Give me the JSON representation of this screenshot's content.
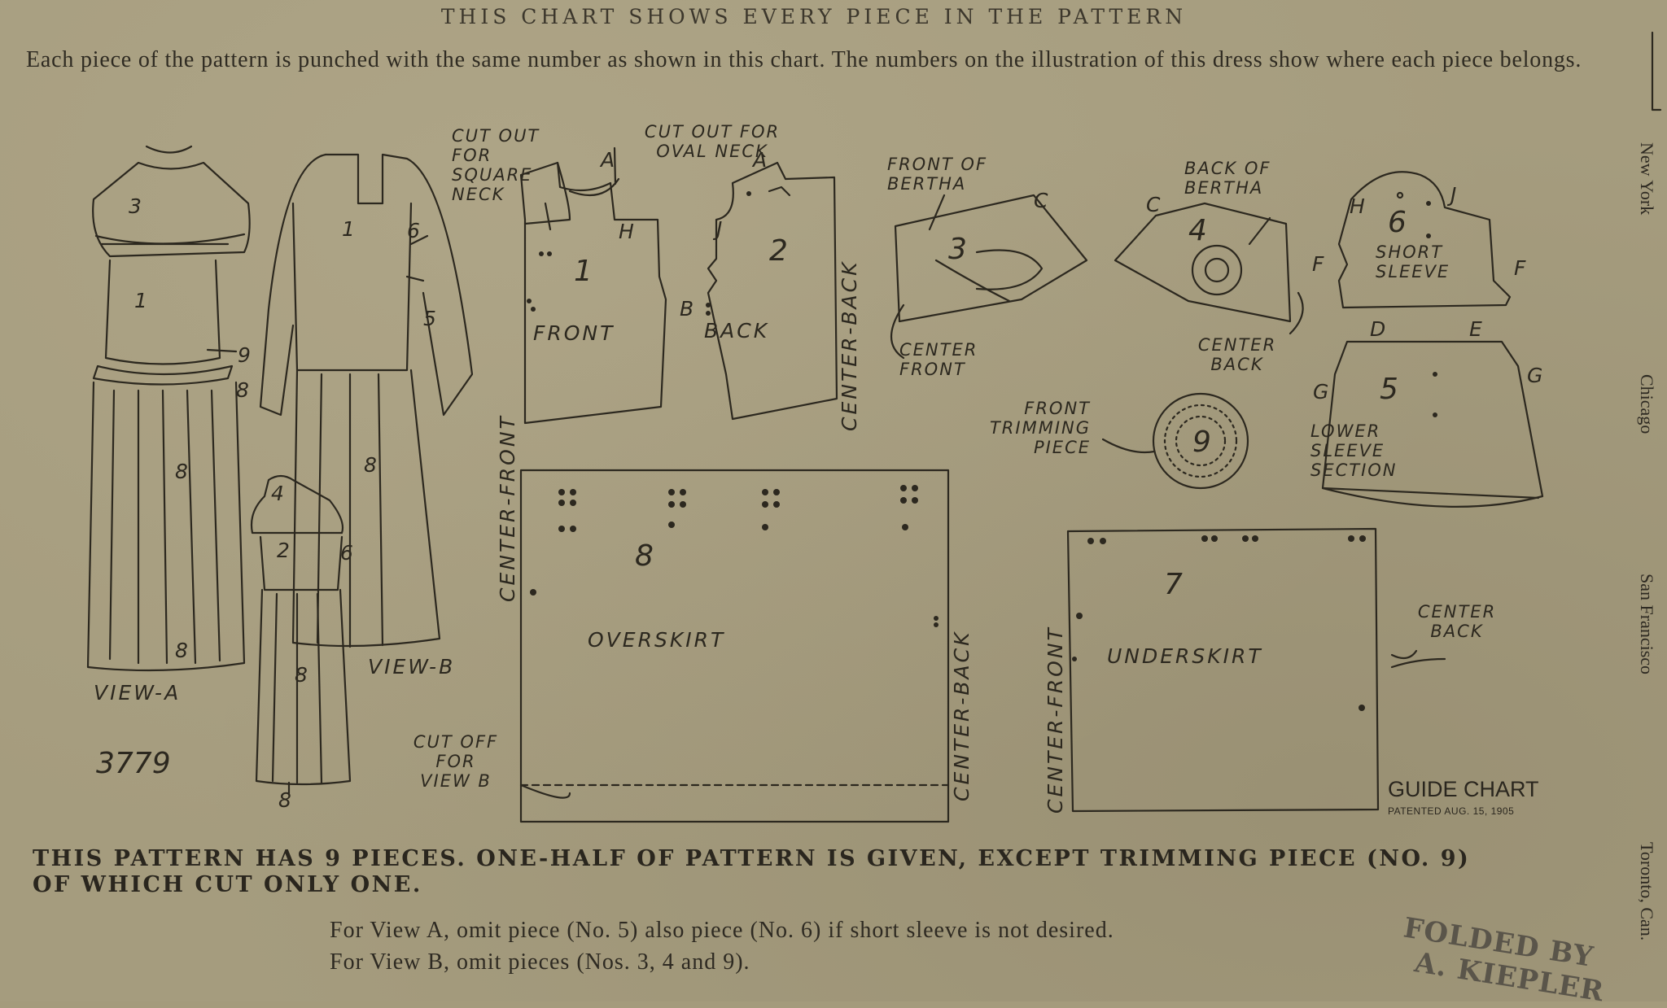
{
  "heading": "THIS CHART SHOWS EVERY PIECE IN THE PATTERN",
  "intro": "Each piece of the pattern is punched with the same number as shown in this chart. The numbers on the illustration of this dress show where each piece belongs.",
  "cities": [
    "New York",
    "Chicago",
    "San Francisco",
    "Toronto, Can."
  ],
  "figures": {
    "view_a": "VIEW-A",
    "view_b": "VIEW-B",
    "pattern_number": "3779",
    "numbers_a": [
      "3",
      "1",
      "9",
      "8",
      "8",
      "8"
    ],
    "numbers_b": [
      "1",
      "6",
      "5",
      "8"
    ],
    "numbers_child": [
      "4",
      "2",
      "6",
      "8",
      "8"
    ]
  },
  "pieces": {
    "p1": {
      "number": "1",
      "name": "FRONT",
      "cut_square": "CUT OUT FOR SQUARE NECK",
      "cut_oval": "CUT OUT FOR OVAL NECK",
      "center": "CENTER-FRONT",
      "marks": [
        "A",
        "H",
        "B"
      ]
    },
    "p2": {
      "number": "2",
      "name": "BACK",
      "center": "CENTER-BACK",
      "marks": [
        "A",
        "J"
      ]
    },
    "p3": {
      "number": "3",
      "name": "FRONT OF BERTHA",
      "center": "CENTER FRONT",
      "marks": [
        "C"
      ]
    },
    "p4": {
      "number": "4",
      "name": "BACK OF BERTHA",
      "center": "CENTER BACK",
      "marks": [
        "C"
      ]
    },
    "p6": {
      "number": "6",
      "name": "SHORT SLEEVE",
      "marks": [
        "H",
        "J",
        "F",
        "F"
      ]
    },
    "p5": {
      "number": "5",
      "name": "LOWER SLEEVE SECTION",
      "marks": [
        "D",
        "E",
        "G",
        "G"
      ]
    },
    "p9": {
      "number": "9",
      "name": "FRONT TRIMMING PIECE"
    },
    "p8": {
      "number": "8",
      "name": "OVERSKIRT",
      "left": "CENTER-FRONT",
      "right": "CENTER-BACK",
      "cut_off": "CUT OFF FOR VIEW B"
    },
    "p7": {
      "number": "7",
      "name": "UNDERSKIRT",
      "left": "CENTER-FRONT",
      "right": "CENTER BACK"
    }
  },
  "guide_chart": "GUIDE CHART",
  "patent": "PATENTED AUG. 15, 1905",
  "pieces_note_line1": "THIS PATTERN HAS 9 PIECES. ONE-HALF OF PATTERN IS GIVEN, EXCEPT TRIMMING PIECE (NO. 9)",
  "pieces_note_line2": "OF WHICH CUT ONLY ONE.",
  "omit_a": "For View A, omit piece (No. 5) also piece (No. 6) if short sleeve is not desired.",
  "omit_b": "For View B, omit pieces (Nos. 3, 4 and 9).",
  "stamp_line1": "FOLDED BY",
  "stamp_line2": "A. KIEPLER"
}
